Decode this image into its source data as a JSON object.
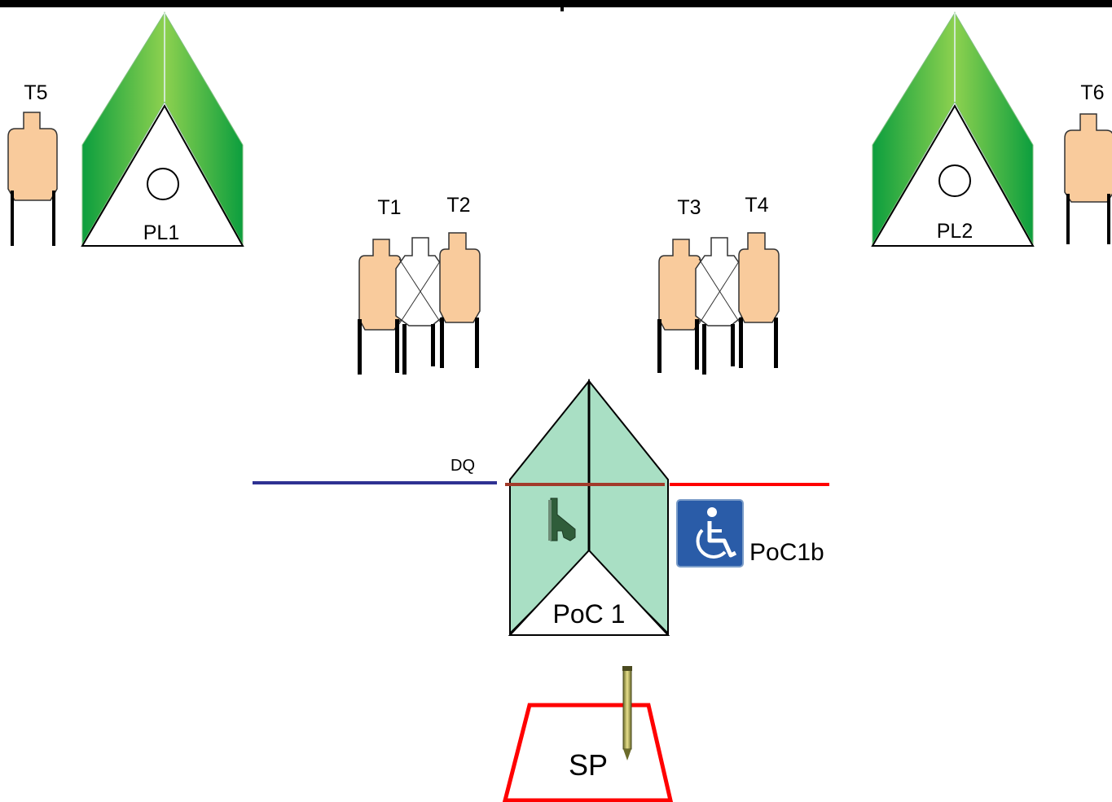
{
  "targets": [
    {
      "id": "T1",
      "label": "T1"
    },
    {
      "id": "T2",
      "label": "T2"
    },
    {
      "id": "T3",
      "label": "T3"
    },
    {
      "id": "T4",
      "label": "T4"
    },
    {
      "id": "T5",
      "label": "T5"
    },
    {
      "id": "T6",
      "label": "T6"
    }
  ],
  "props": {
    "pl1": "PL1",
    "pl2": "PL2",
    "poc1": "PoC 1",
    "poc1b": "PoC1b",
    "dq": "DQ",
    "sp": "SP"
  },
  "icons": [
    "wheelchair-icon",
    "pistol-icon",
    "stake-marker-icon"
  ],
  "colors": {
    "target_tan": "#f9cb9c",
    "wall_green": "#33b44a",
    "poc_fill": "#a9dfc4",
    "dq_line_left": "#2e3192",
    "dq_line_right": "#ff0000",
    "sp_outline": "#ff0000",
    "access_blue": "#2a5ca8"
  }
}
